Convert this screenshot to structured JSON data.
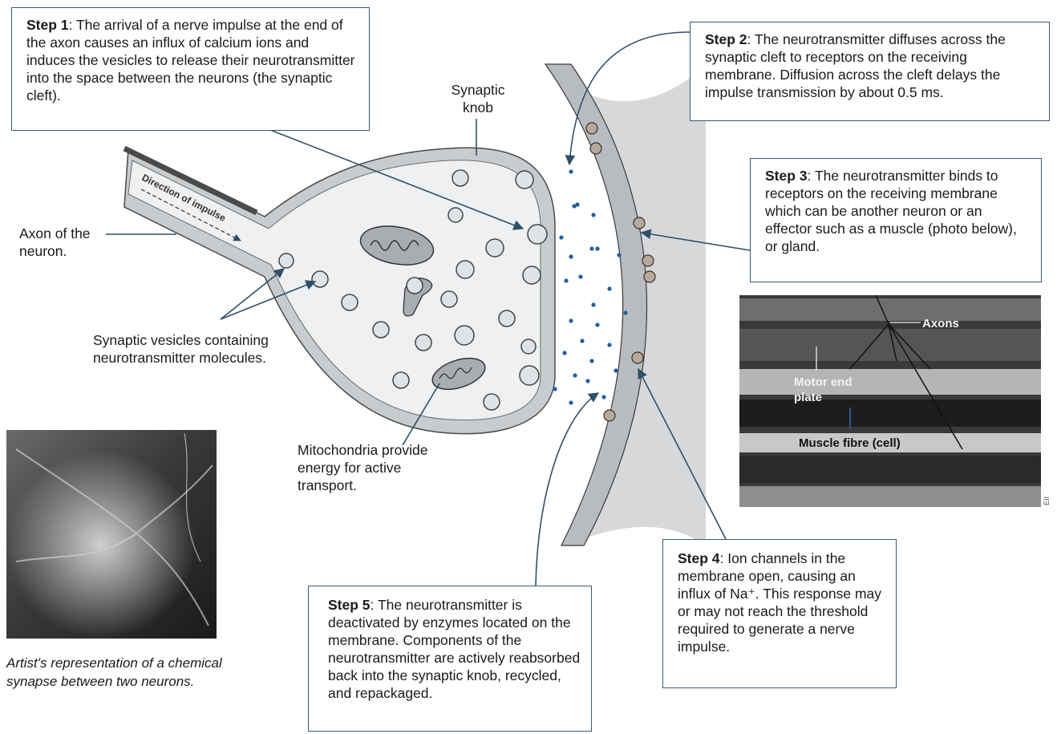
{
  "steps": {
    "step1": {
      "title": "Step 1",
      "text": ": The arrival of a nerve impulse at the end of the axon causes an influx of calcium ions and induces the vesicles to release their neurotransmitter into the space between the neurons (the synaptic cleft)."
    },
    "step2": {
      "title": "Step 2",
      "text": ": The neurotransmitter diffuses across the synaptic cleft to receptors on the receiving membrane. Diffusion across the cleft delays the impulse transmission by about 0.5 ms."
    },
    "step3": {
      "title": "Step 3",
      "text": ": The neurotransmitter binds to receptors on the receiving membrane which can be another neuron or an effector such as a muscle (photo below), or gland."
    },
    "step4": {
      "title": "Step 4",
      "text": ": Ion channels in the membrane open, causing an influx of Na⁺. This response may or may not reach the threshold required to generate a nerve impulse."
    },
    "step5": {
      "title": "Step 5",
      "text": ": The neurotransmitter is deactivated by enzymes located on the membrane. Components of the neurotransmitter are actively reabsorbed back into the synaptic knob, recycled, and repackaged."
    }
  },
  "labels": {
    "synaptic_knob": "Synaptic knob",
    "axon": "Axon of the neuron.",
    "vesicles": "Synaptic vesicles containing neurotransmitter molecules.",
    "mitochondria": "Mitochondria provide energy for active transport.",
    "direction": "Direction of impulse"
  },
  "photo_labels": {
    "axons": "Axons",
    "motor_end_plate_1": "Motor end",
    "motor_end_plate_2": "plate",
    "muscle_fibre": "Muscle fibre (cell)",
    "credit": "EII"
  },
  "caption": "Artist's representation of a chemical synapse between two neurons.",
  "colors": {
    "box_border": "#3c5a70",
    "arrow": "#2e5068",
    "neurotransmitter": "#1f5fa0"
  }
}
